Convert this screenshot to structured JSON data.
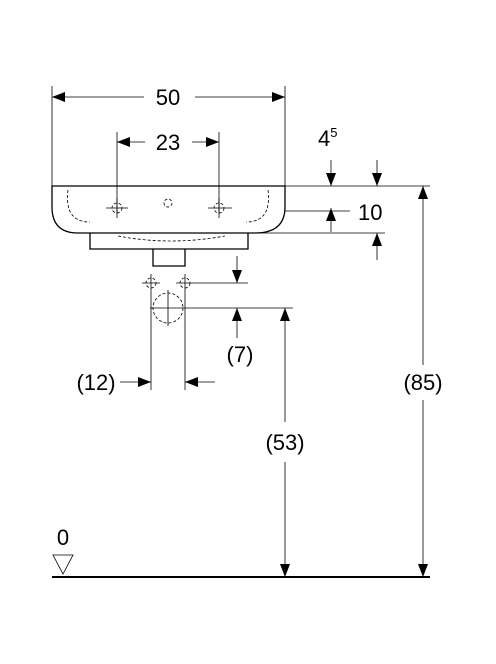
{
  "dimensions": {
    "overall_width": "50",
    "tap_hole_spacing": "23",
    "rim_thickness_base": "4",
    "rim_thickness_sup": "5",
    "basin_depth": "10",
    "drain_offset": "(7)",
    "drain_horizontal": "(12)",
    "drain_height": "(53)",
    "mounting_height": "(85)",
    "floor_level": "0"
  }
}
